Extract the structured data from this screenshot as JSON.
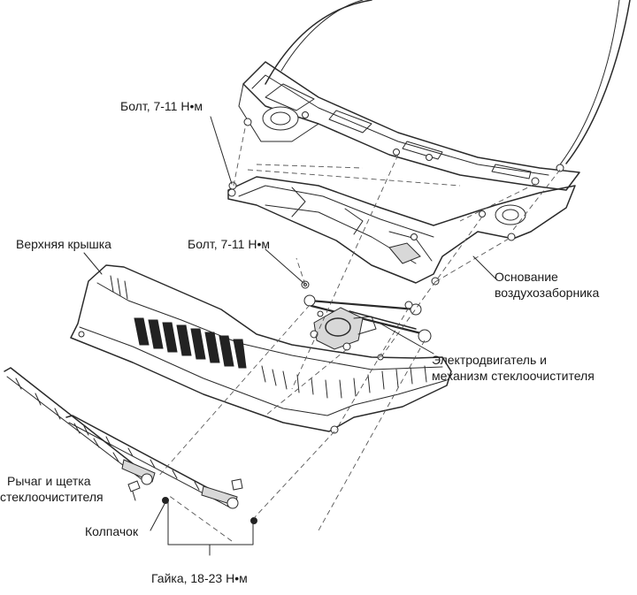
{
  "labels": {
    "bolt_top": "Болт, 7-11 Н•м",
    "top_cover": "Верхняя крышка",
    "bolt_mid": "Болт, 7-11 Н•м",
    "intake_base_l1": "Основание",
    "intake_base_l2": "воздухозаборника",
    "motor_l1": "Электродвигатель и",
    "motor_l2": "механизм стеклоочистителя",
    "arm_l1": "Рычаг и щетка",
    "arm_l2": "стеклоочистителя",
    "cap": "Колпачок",
    "nut": "Гайка, 18-23 Н•м"
  }
}
